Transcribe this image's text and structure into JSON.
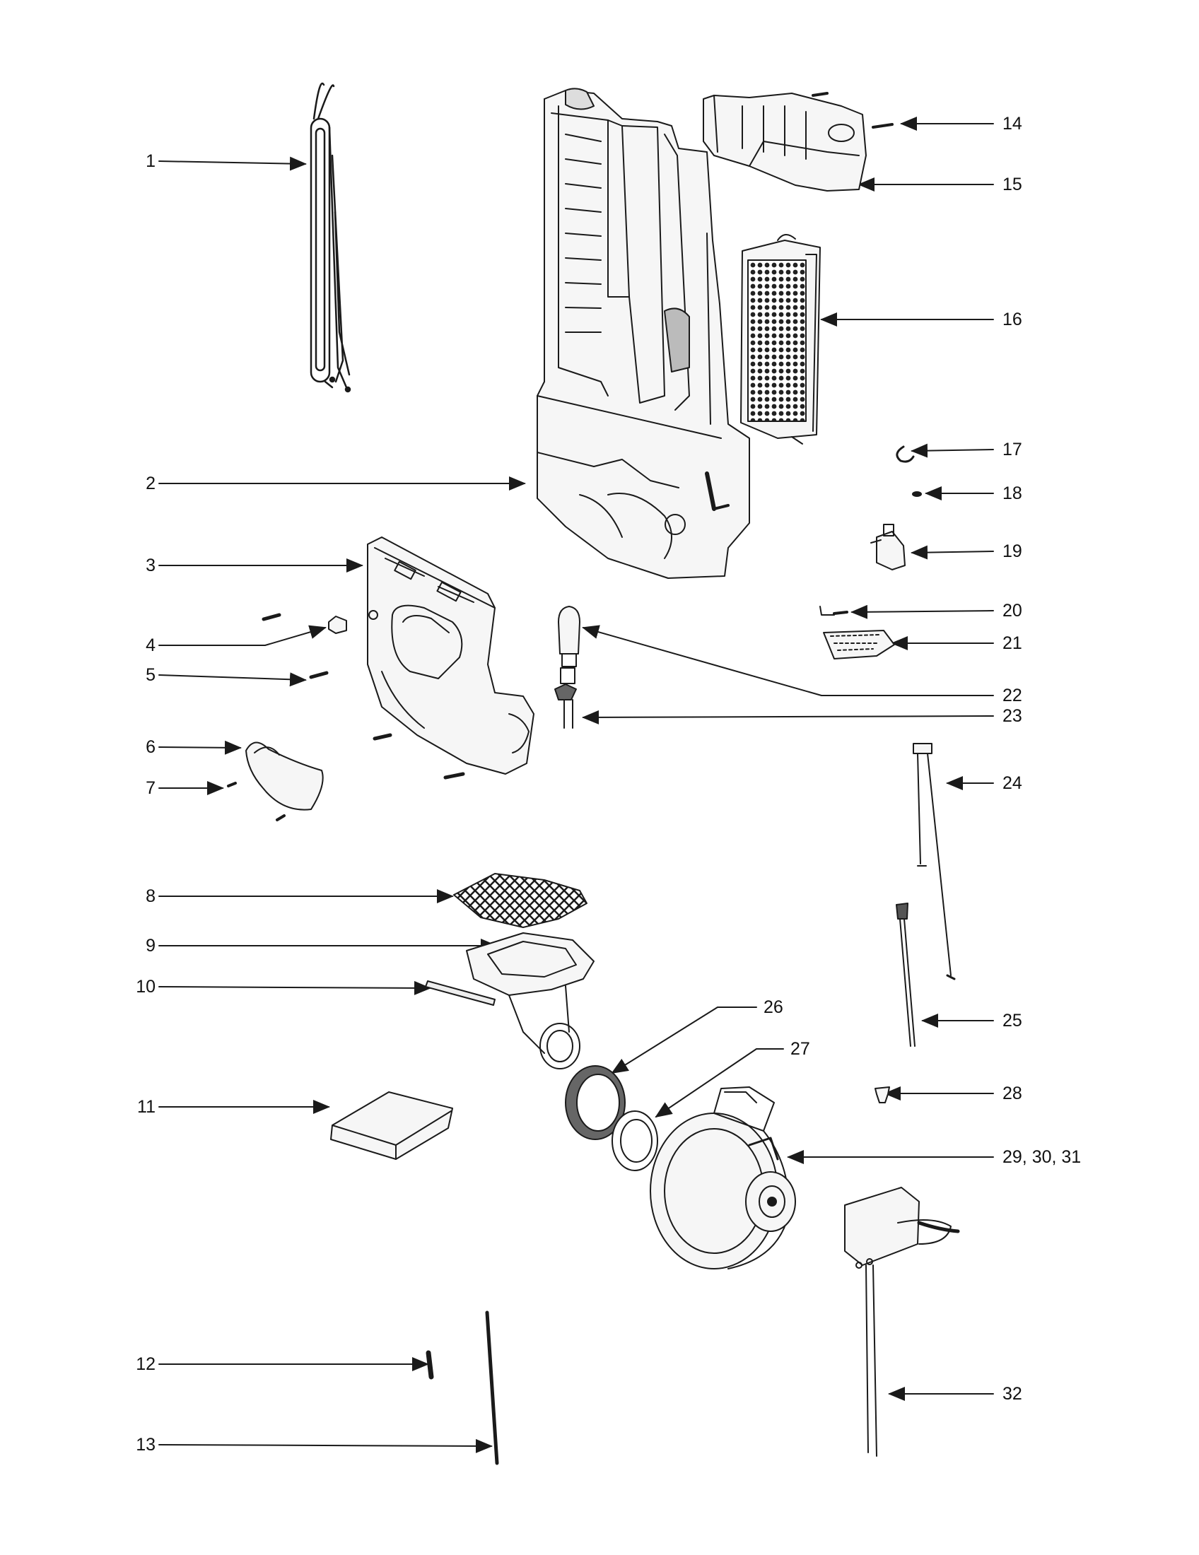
{
  "labels": {
    "l1": "1",
    "l2": "2",
    "l3": "3",
    "l4": "4",
    "l5": "5",
    "l6": "6",
    "l7": "7",
    "l8": "8",
    "l9": "9",
    "l10": "10",
    "l11": "11",
    "l12": "12",
    "l13": "13",
    "l14": "14",
    "l15": "15",
    "l16": "16",
    "l17": "17",
    "l18": "18",
    "l19": "19",
    "l20": "20",
    "l21": "21",
    "l22": "22",
    "l23": "23",
    "l24": "24",
    "l25": "25",
    "l26": "26",
    "l27": "27",
    "l28": "28",
    "l29": "29, 30, 31",
    "l32": "32"
  },
  "colors": {
    "line": "#1a1a1a",
    "fill_light": "#f2f2f2",
    "fill_dark": "#555555"
  }
}
